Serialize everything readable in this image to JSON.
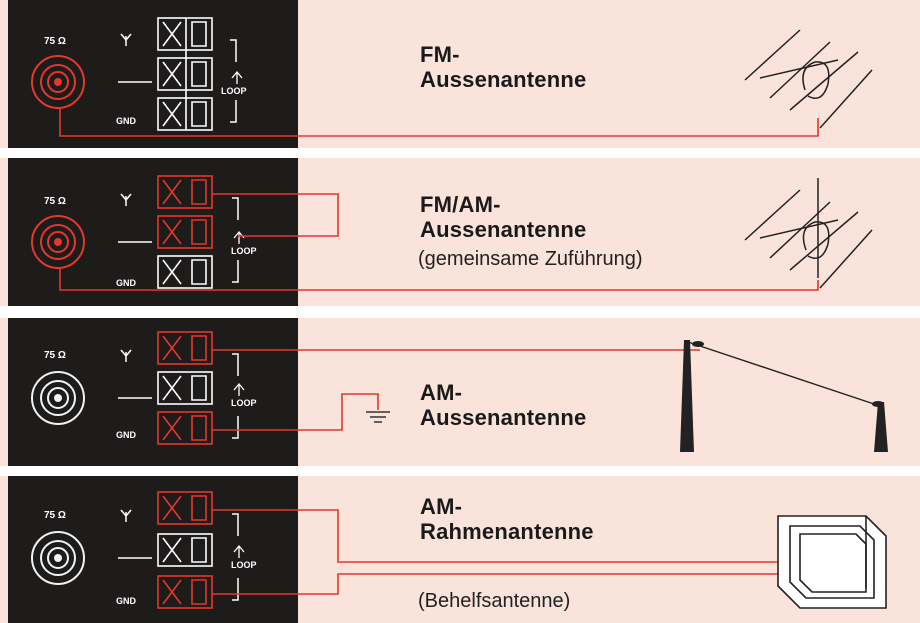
{
  "panel_labels": {
    "ohm": "75 Ω",
    "gnd": "GND",
    "loop": "LOOP"
  },
  "rows": [
    {
      "title_line1": "FM-",
      "title_line2": "Aussenantenne",
      "subtitle": "",
      "antenna_icon": "fm-antenna-icon"
    },
    {
      "title_line1": "FM/AM-",
      "title_line2": "Aussenantenne",
      "subtitle": "(gemeinsame Zuführung)",
      "antenna_icon": "fm-am-antenna-icon"
    },
    {
      "title_line1": "AM-",
      "title_line2": "Aussenantenne",
      "subtitle": "",
      "antenna_icon": "long-wire-antenna-icon"
    },
    {
      "title_line1": "AM-",
      "title_line2": "Rahmenantenne",
      "subtitle": "(Behelfsantenne)",
      "antenna_icon": "loop-frame-antenna-icon"
    }
  ],
  "colors": {
    "panel": "#1e1b1b",
    "wire": "#e2392c",
    "background": "#f9e3da",
    "terminal_white": "#f2f2f2"
  }
}
